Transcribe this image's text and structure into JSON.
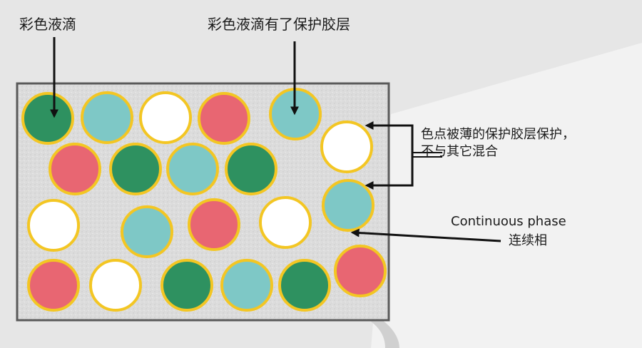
{
  "labels": {
    "colored_drops": "彩色液滴",
    "protected_drops": "彩色液滴有了保护胶层",
    "protection_note_line1": "色点被薄的保护胶层保护，",
    "protection_note_line2": "不与其它混合",
    "continuous_phase_en": "Continuous phase",
    "continuous_phase_zh": "连续相"
  },
  "colors": {
    "background": "#e7e7e7",
    "container_fill": "#dedede",
    "container_border": "#5a5a5a",
    "shell": "#f3c623",
    "arrow": "#111111",
    "drop_green": "#2e9160",
    "drop_teal": "#7ec8c6",
    "drop_white": "#ffffff",
    "drop_red": "#e86672"
  },
  "droplet_rows": [
    [
      "green",
      "teal",
      "white",
      "red",
      "teal",
      "white"
    ],
    [
      "red",
      "green",
      "teal",
      "green"
    ],
    [
      "white",
      "teal",
      "red",
      "white",
      "teal"
    ],
    [
      "red",
      "white",
      "green",
      "teal",
      "green",
      "red"
    ]
  ]
}
